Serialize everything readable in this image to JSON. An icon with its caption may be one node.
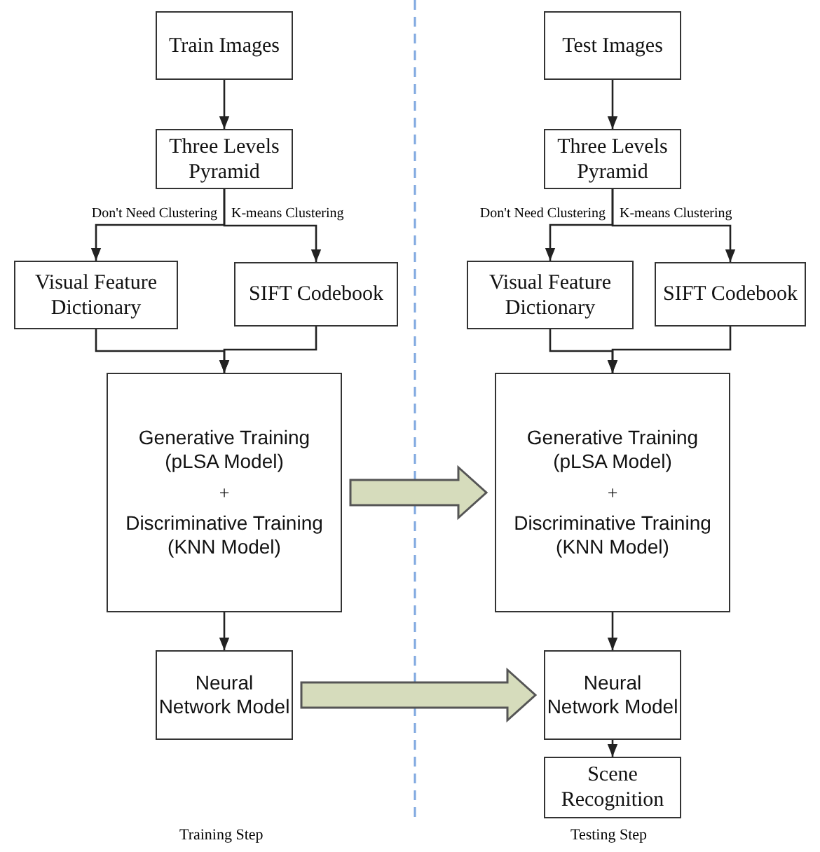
{
  "diagram": {
    "nodes": [
      {
        "text": [
          "Train Images"
        ]
      },
      {
        "text": [
          "Three Levels Pyramid"
        ]
      },
      {
        "text": [
          "Visual Feature Dictionary"
        ]
      },
      {
        "text": [
          "SIFT Codebook"
        ]
      },
      {
        "text": [
          "Generative Training (pLSA Model)",
          "+",
          "Discriminative Training (KNN Model)"
        ]
      },
      {
        "text": [
          "Neural Network Model"
        ]
      },
      {
        "text": [
          "Test Images"
        ]
      },
      {
        "text": [
          "Three Levels Pyramid"
        ]
      },
      {
        "text": [
          "Visual Feature Dictionary"
        ]
      },
      {
        "text": [
          "SIFT Codebook"
        ]
      },
      {
        "text": [
          "Generative Training (pLSA Model)",
          "+",
          "Discriminative Training (KNN Model)"
        ]
      },
      {
        "text": [
          "Neural Network Model"
        ]
      },
      {
        "text": [
          "Scene Recognition"
        ]
      }
    ],
    "edges": [
      {
        "from": 0,
        "to": 1,
        "arrow": "to"
      },
      {
        "from": 1,
        "to": 2,
        "arrow": "to",
        "label": "Don't Need Clustering"
      },
      {
        "from": 1,
        "to": 3,
        "arrow": "to",
        "label": "K-means Clustering"
      },
      {
        "from": 2,
        "to": 4,
        "arrow": "to"
      },
      {
        "from": 3,
        "to": 4,
        "arrow": "to"
      },
      {
        "from": 4,
        "to": 5,
        "arrow": "to"
      },
      {
        "from": 6,
        "to": 7,
        "arrow": "to"
      },
      {
        "from": 7,
        "to": 8,
        "arrow": "to",
        "label": "Don't Need Clustering"
      },
      {
        "from": 7,
        "to": 9,
        "arrow": "to",
        "label": "K-means Clustering"
      },
      {
        "from": 8,
        "to": 10,
        "arrow": "to"
      },
      {
        "from": 9,
        "to": 10,
        "arrow": "to"
      },
      {
        "from": 10,
        "to": 11,
        "arrow": "to"
      },
      {
        "from": 11,
        "to": 12,
        "arrow": "to"
      },
      {
        "from": 4,
        "to": 10,
        "arrow": "to",
        "style": "thick",
        "color": "#d6dcbc"
      },
      {
        "from": 5,
        "to": 11,
        "arrow": "to",
        "style": "thick",
        "color": "#d6dcbc"
      }
    ],
    "labels": [
      "Training Step",
      "Testing Step"
    ]
  }
}
